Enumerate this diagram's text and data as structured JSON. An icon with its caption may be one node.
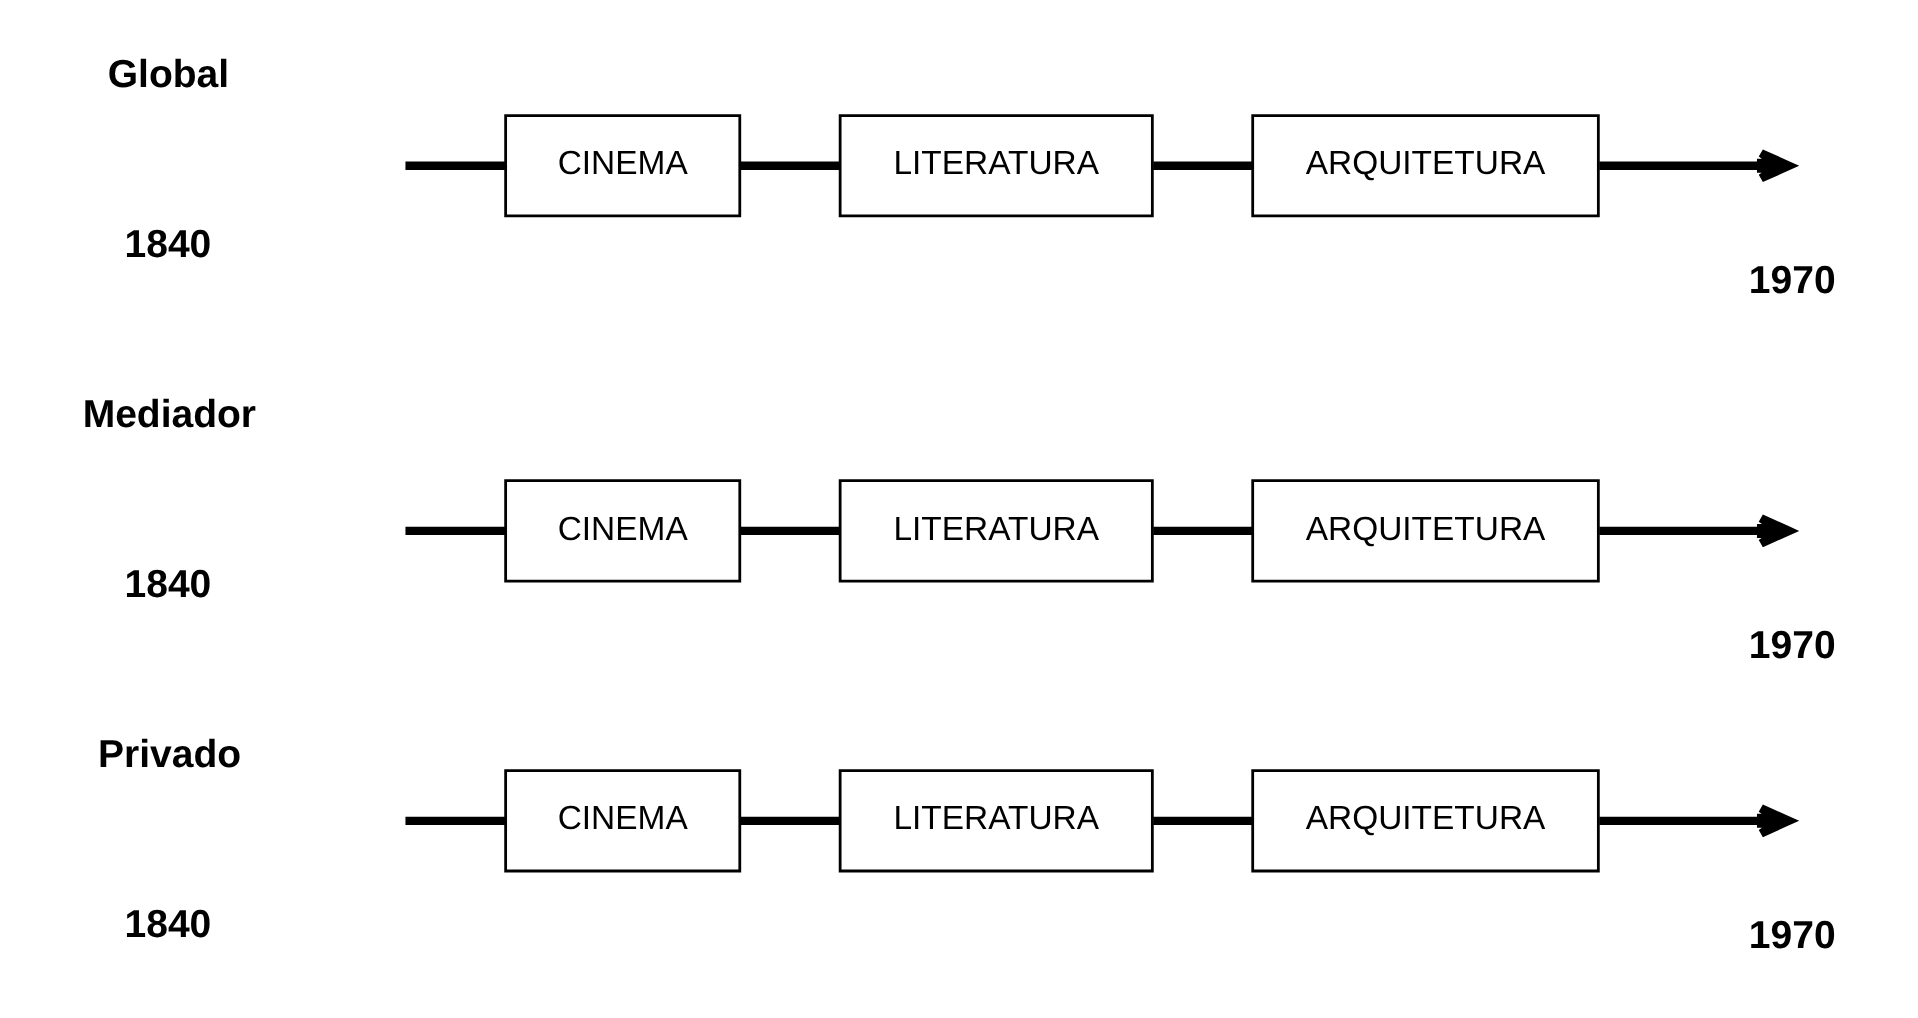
{
  "diagram": {
    "nodes": [
      {
        "text": [
          "CINEMA"
        ]
      },
      {
        "text": [
          "LITERATURA"
        ]
      },
      {
        "text": [
          "ARQUITETURA"
        ]
      },
      {
        "text": [
          "CINEMA"
        ]
      },
      {
        "text": [
          "LITERATURA"
        ]
      },
      {
        "text": [
          "ARQUITETURA"
        ]
      },
      {
        "text": [
          "CINEMA"
        ]
      },
      {
        "text": [
          "LITERATURA"
        ]
      },
      {
        "text": [
          "ARQUITETURA"
        ]
      }
    ],
    "edges": [
      {
        "from": null,
        "to": 0,
        "arrow": "none"
      },
      {
        "from": 0,
        "to": 1,
        "arrow": "none"
      },
      {
        "from": 1,
        "to": 2,
        "arrow": "none"
      },
      {
        "from": 2,
        "to": null,
        "arrow": "to"
      },
      {
        "from": null,
        "to": 3,
        "arrow": "none"
      },
      {
        "from": 3,
        "to": 4,
        "arrow": "none"
      },
      {
        "from": 4,
        "to": 5,
        "arrow": "none"
      },
      {
        "from": 5,
        "to": null,
        "arrow": "to"
      },
      {
        "from": null,
        "to": 6,
        "arrow": "none"
      },
      {
        "from": 6,
        "to": 7,
        "arrow": "none"
      },
      {
        "from": 7,
        "to": 8,
        "arrow": "none"
      },
      {
        "from": 8,
        "to": null,
        "arrow": "to"
      }
    ],
    "labels": [
      "Global",
      "1840",
      "1970",
      "Mediador",
      "1840",
      "1970",
      "Privado",
      "1840",
      "1970"
    ]
  }
}
